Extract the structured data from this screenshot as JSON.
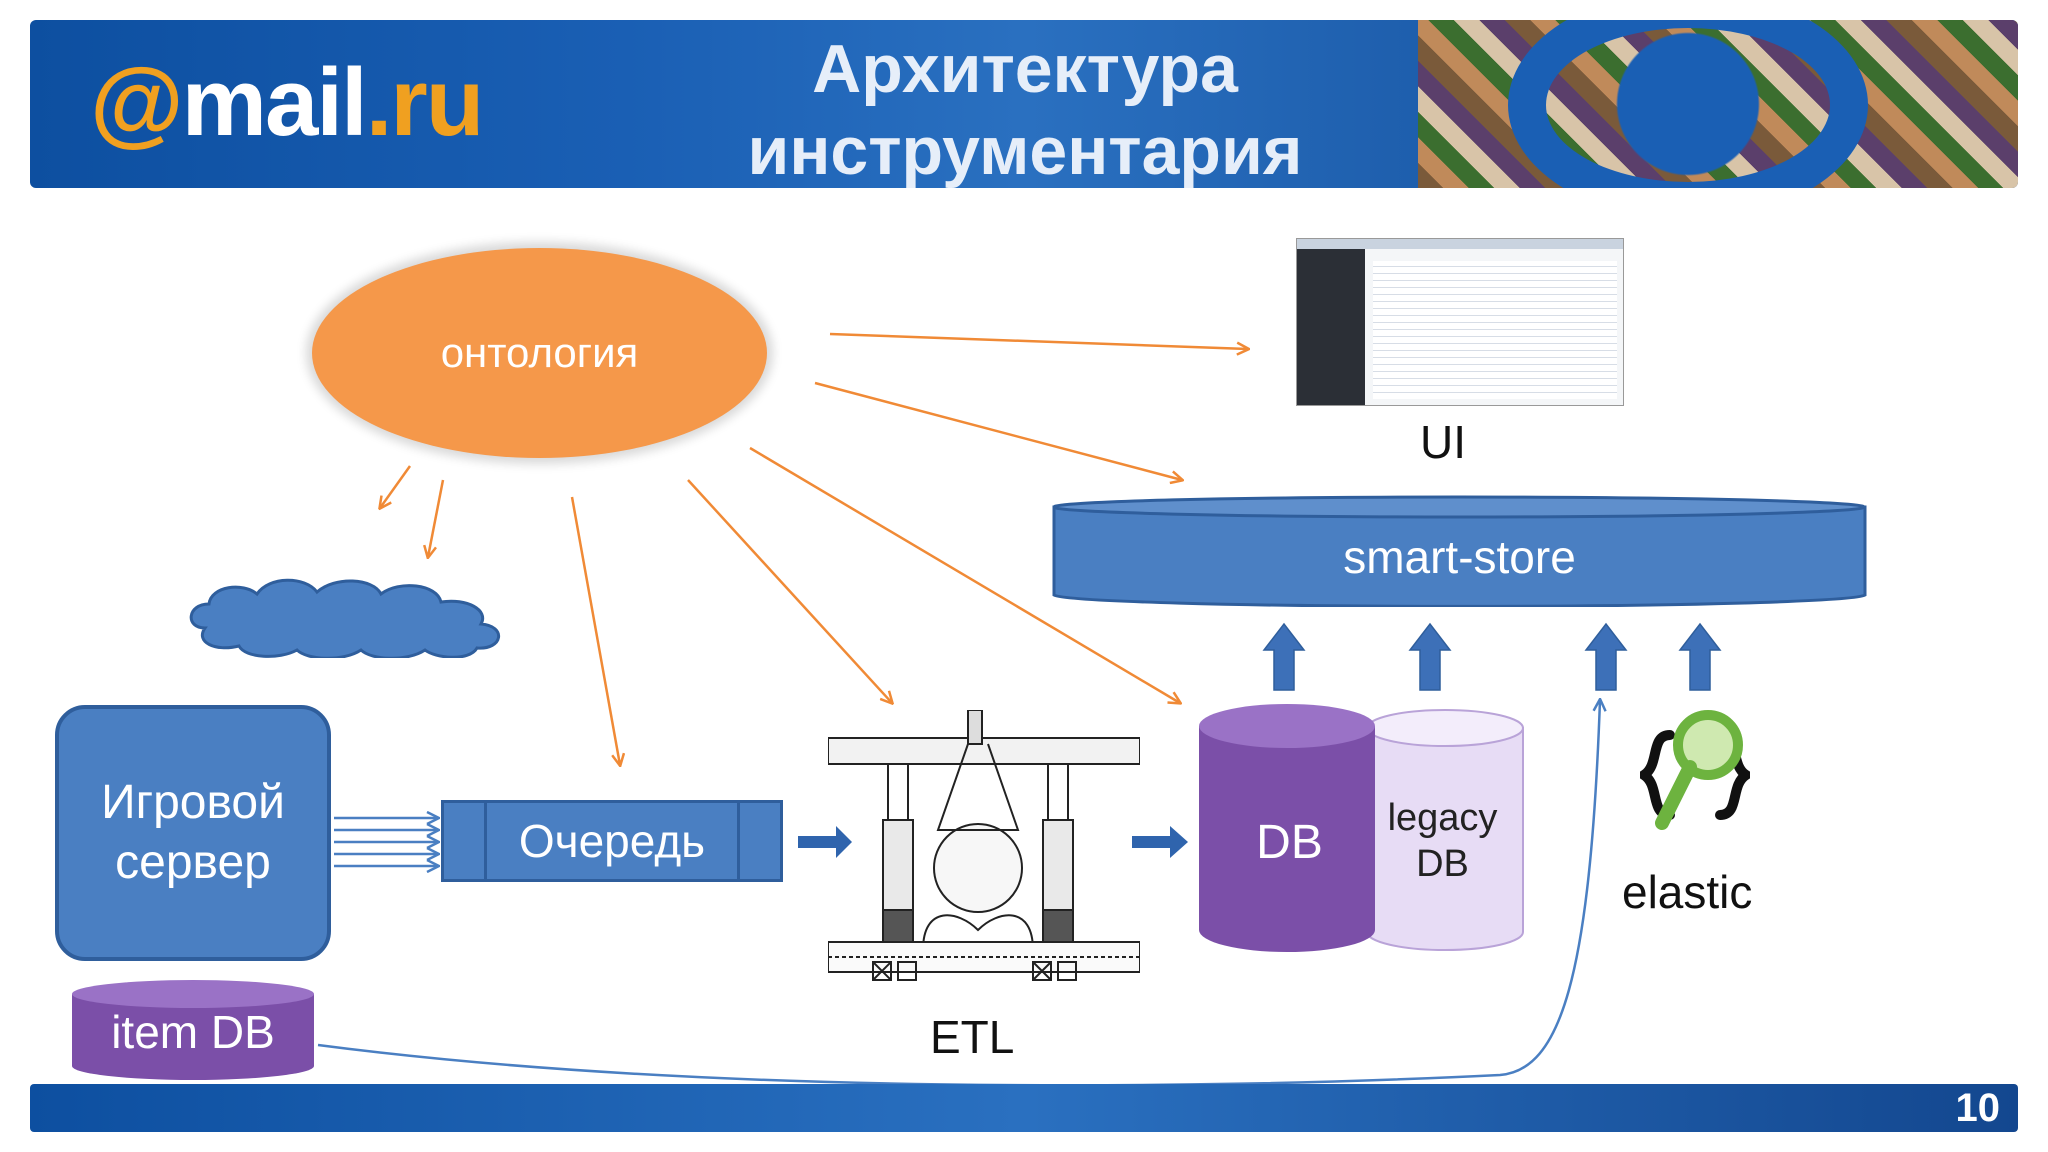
{
  "header": {
    "logo": {
      "at": "@",
      "mail": "mail",
      "ru": ".ru"
    },
    "title_line1": "Архитектура",
    "title_line2": "инструментария"
  },
  "diagram": {
    "ontology": "онтология",
    "game_server_line1": "Игровой",
    "game_server_line2": "сервер",
    "queue": "Очередь",
    "etl": "ETL",
    "db": "DB",
    "legacy_db_line1": "legacy",
    "legacy_db_line2": "DB",
    "smart_store": "smart-store",
    "ui": "UI",
    "elastic": "elastic",
    "item_db": "item DB"
  },
  "footer": {
    "page_number": "10"
  },
  "colors": {
    "header_blue": "#1a5fb4",
    "ontology_orange": "#f5984a",
    "arrow_orange": "#f08a36",
    "box_blue": "#4a7fc2",
    "db_purple": "#7b4fa8",
    "legacy_lavender": "#e7dcf5",
    "logo_orange": "#f0a020"
  },
  "icons": [
    "elastic-magnifier-icon",
    "etl-machine-illustration",
    "ui-screenshot-thumbnail",
    "cloud-shape"
  ]
}
